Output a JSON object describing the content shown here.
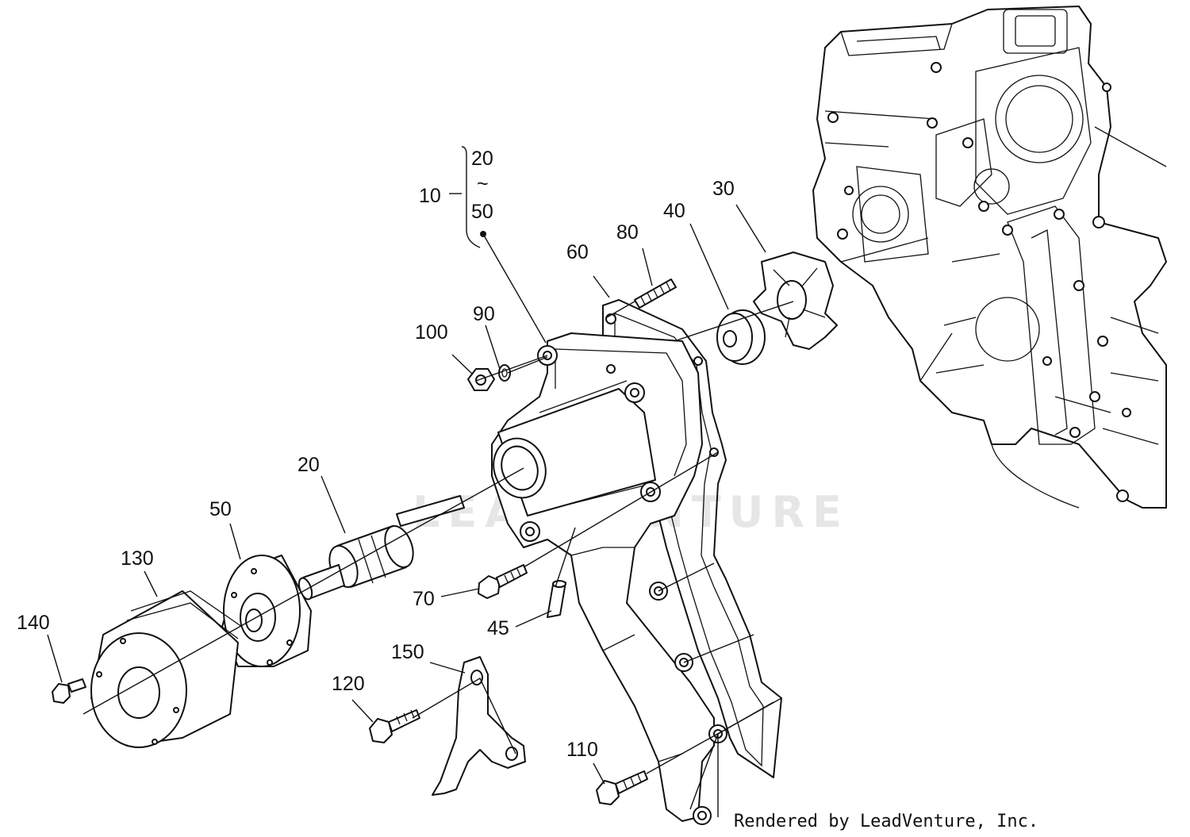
{
  "watermark": "LEADVENTURE",
  "credit": "Rendered by LeadVenture, Inc.",
  "assembly": {
    "label": "10",
    "range_top": "20",
    "range_sep": "~",
    "range_bottom": "50"
  },
  "callouts": {
    "c30": "30",
    "c40": "40",
    "c60": "60",
    "c80": "80",
    "c90": "90",
    "c100": "100",
    "c20": "20",
    "c50": "50",
    "c130": "130",
    "c140": "140",
    "c70": "70",
    "c45": "45",
    "c150": "150",
    "c120": "120",
    "c110": "110"
  }
}
